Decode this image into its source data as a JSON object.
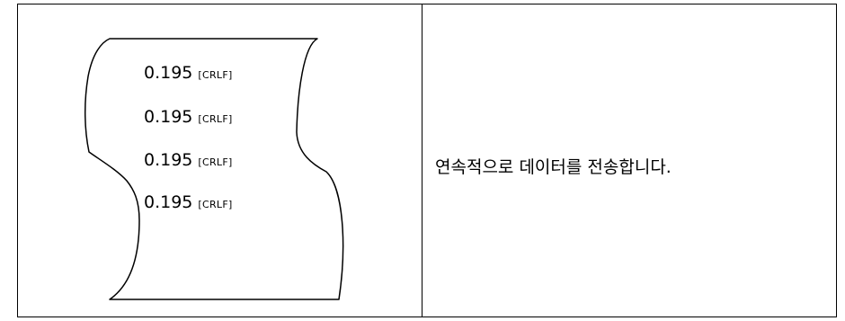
{
  "left_cell": {
    "lines": [
      {
        "value": "0.195",
        "terminator": "[CRLF]"
      },
      {
        "value": "0.195",
        "terminator": "[CRLF]"
      },
      {
        "value": "0.195",
        "terminator": "[CRLF]"
      },
      {
        "value": "0.195",
        "terminator": "[CRLF]"
      }
    ]
  },
  "right_cell": {
    "description": "연속적으로 데이터를 전송합니다."
  }
}
